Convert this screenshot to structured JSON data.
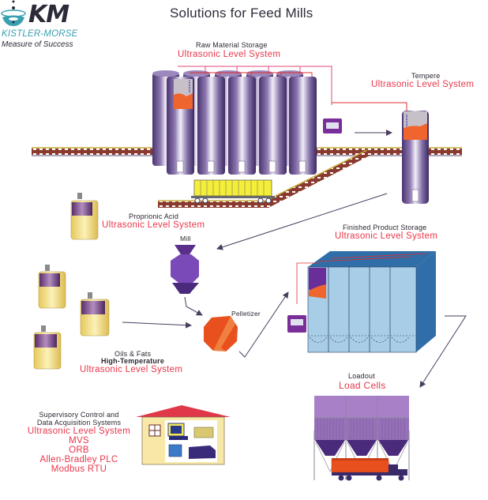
{
  "logo": {
    "mark": "KM",
    "company": "KISTLER-MORSE",
    "tagline": "Measure of Success"
  },
  "title": "Solutions for Feed Mills",
  "colors": {
    "accent_red": "#e8364a",
    "silo_purple": "#6a4e8c",
    "material_orange": "#f0642e",
    "storage_blue": "#a8cde6",
    "tank_yellow": "#f3e08a",
    "rail_brown": "#8a3a2e"
  },
  "sections": {
    "raw_material": {
      "caption": "Raw Material Storage",
      "product": "Ultrasonic Level System"
    },
    "tempere": {
      "caption": "Tempere",
      "product": "Ultrasonic Level System"
    },
    "proprionic": {
      "caption": "Proprionic Acid",
      "product": "Ultrasonic Level System"
    },
    "mill": {
      "caption": "Mill"
    },
    "pelletizer": {
      "caption": "Pelletizer"
    },
    "finished": {
      "caption": "Finished Product Storage",
      "product": "Ultrasonic Level System"
    },
    "oils": {
      "caption": "Oils & Fats",
      "subcaption": "High-Temperature",
      "product": "Ultrasonic Level System"
    },
    "loadout": {
      "caption": "Loadout",
      "product": "Load Cells"
    },
    "scada": {
      "caption_line1": "Supervisory Control and",
      "caption_line2": "Data Acquisition Systems",
      "products": [
        "Ultrasonic Level System",
        "MVS",
        "ORB",
        "Allen-Bradley PLC",
        "Modbus RTU"
      ]
    }
  },
  "equipment": {
    "raw_silos_count": 10,
    "finished_bins_count": 5,
    "loadout_bins_count": 3,
    "oil_tanks_count": 3
  }
}
